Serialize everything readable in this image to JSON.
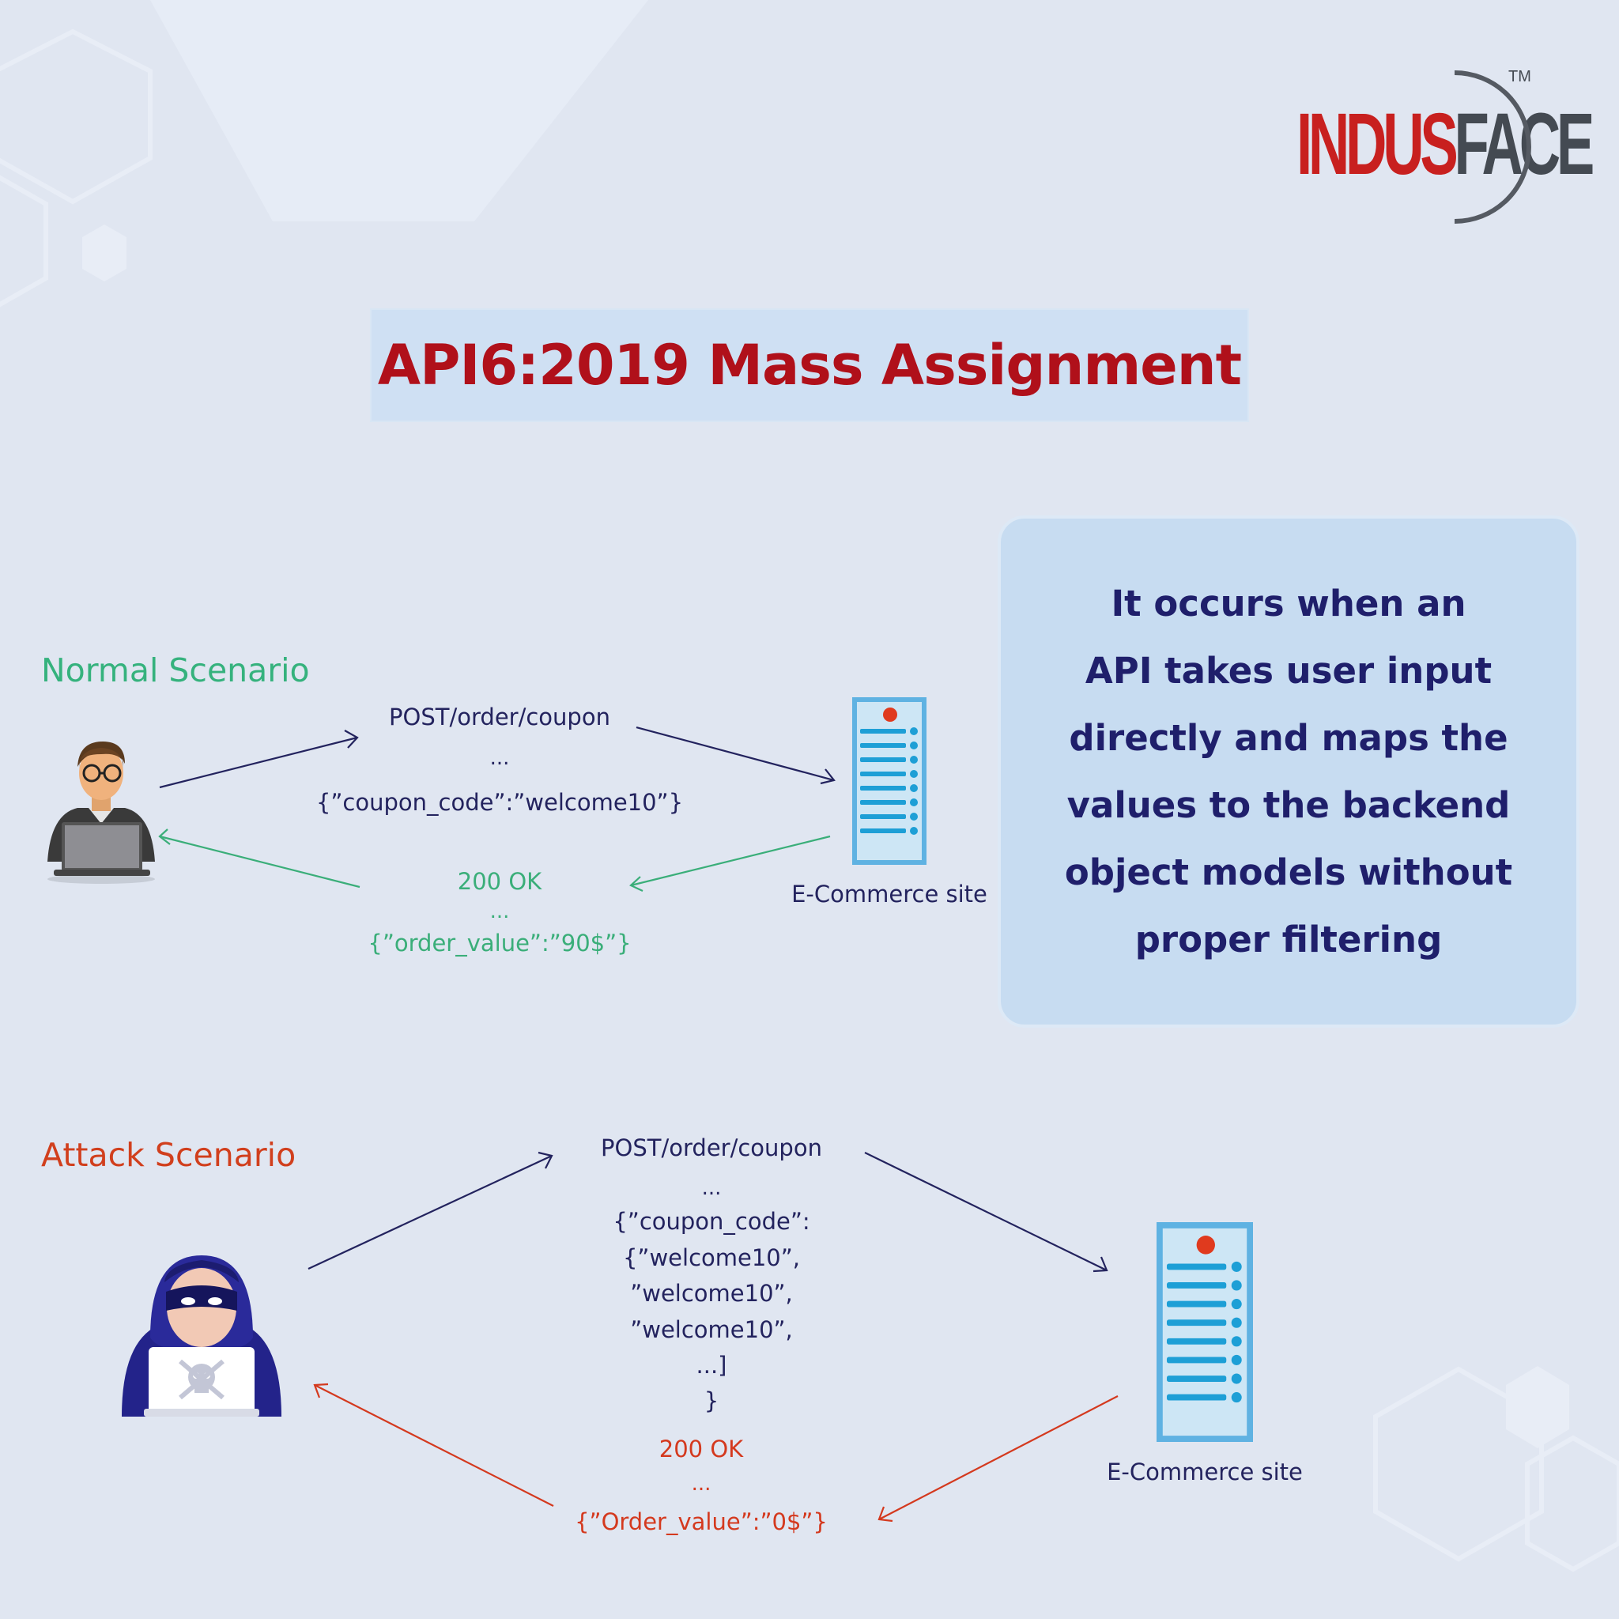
{
  "logo": {
    "word_red": "INDUS",
    "word_grey": "FACE",
    "tm": "TM"
  },
  "title": "API6:2019 Mass Assignment",
  "description": "It occurs when an\nAPI takes user input\ndirectly and maps the\nvalues to the backend\nobject models without\nproper filtering",
  "normal": {
    "title": "Normal Scenario",
    "request": {
      "line1": "POST/order/coupon",
      "line2": "...",
      "line3": "{”coupon_code”:”welcome10”}"
    },
    "response": {
      "line1": "200 OK",
      "line2": "...",
      "line3": "{”order_value”:”90$”}"
    },
    "site_label": "E-Commerce site"
  },
  "attack": {
    "title": "Attack Scenario",
    "request": {
      "line1": "POST/order/coupon",
      "line2": "...",
      "line3": "{”coupon_code”:",
      "line4": "{”welcome10”,",
      "line5": "”welcome10”,",
      "line6": "”welcome10”,",
      "line7": "...]",
      "line8": "}"
    },
    "response": {
      "line1": "200 OK",
      "line2": "...",
      "line3": "{”Order_value”:”0$”}"
    },
    "site_label": "E-Commerce site"
  },
  "icons": {
    "user": "user-with-laptop-icon",
    "hacker": "hacker-with-laptop-icon",
    "server": "server-icon",
    "logo_arc": "logo-arc-icon"
  },
  "colors": {
    "background": "#e0e6f1",
    "title_red": "#b0101a",
    "navy": "#23235e",
    "normal_green": "#35b27d",
    "attack_red": "#d13f1d"
  }
}
